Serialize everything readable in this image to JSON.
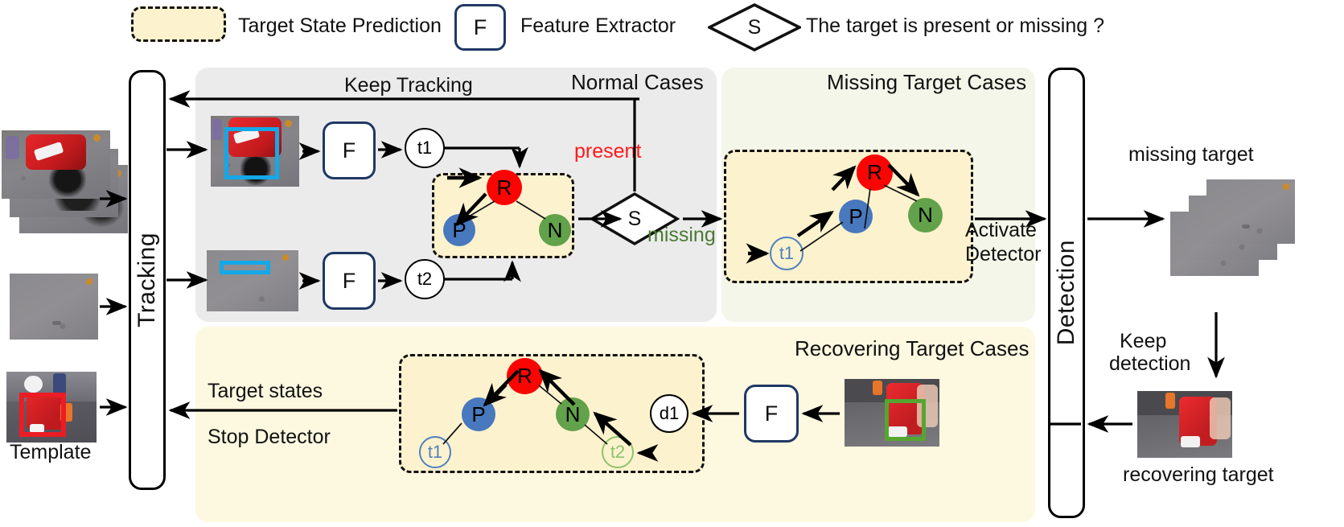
{
  "legend": {
    "items": [
      {
        "icon": "dashed-yellow-box",
        "label": "Target State Prediction"
      },
      {
        "icon": "feature-extractor-box",
        "glyph": "F",
        "label": "Feature Extractor"
      },
      {
        "icon": "decision-diamond",
        "glyph": "S",
        "label": "The target is present or missing ?"
      }
    ]
  },
  "pipeline": {
    "tracking_label": "Tracking",
    "detection_label": "Detection",
    "template_caption": "Template",
    "missing_target_caption": "missing target",
    "recovering_target_caption": "recovering target",
    "keep_detection_label": "Keep\ndetection",
    "keep_detection_line1": "Keep",
    "keep_detection_line2": "detection"
  },
  "panels": {
    "normal": {
      "title": "Normal Cases",
      "keep_tracking_label": "Keep Tracking",
      "feature_extractor_glyph": "F",
      "token_top": "t1",
      "token_bottom": "t2",
      "decision_glyph": "S",
      "branch_present": "present",
      "branch_missing": "missing",
      "state_nodes": [
        "R",
        "P",
        "N"
      ]
    },
    "missing": {
      "title": "Missing Target Cases",
      "token": "t1",
      "state_nodes": [
        "R",
        "P",
        "N"
      ],
      "activate_line1": "Activate",
      "activate_line2": "Detector"
    },
    "recovering": {
      "title": "Recovering Target Cases",
      "feature_extractor_glyph": "F",
      "detection_token": "d1",
      "token_left": "t1",
      "token_right": "t2",
      "state_nodes": [
        "R",
        "P",
        "N"
      ],
      "output_line1": "Target states",
      "output_line2": "Stop Detector"
    }
  },
  "colors": {
    "node_r": "#fb0404",
    "node_p": "#4878bd",
    "node_n": "#62a24a",
    "state_box_fill": "#fdf2ce",
    "normal_panel_fill": "#ebebeb",
    "missing_panel_fill": "#f3f6e8",
    "recovering_panel_fill": "#fdf8e0",
    "feature_box_stroke": "#1f3864",
    "present_text": "#ff1a1a",
    "missing_text": "#4a7a35",
    "bbox_cyan": "#14a8e8",
    "bbox_red": "#ec1c24",
    "bbox_green": "#55a630"
  }
}
